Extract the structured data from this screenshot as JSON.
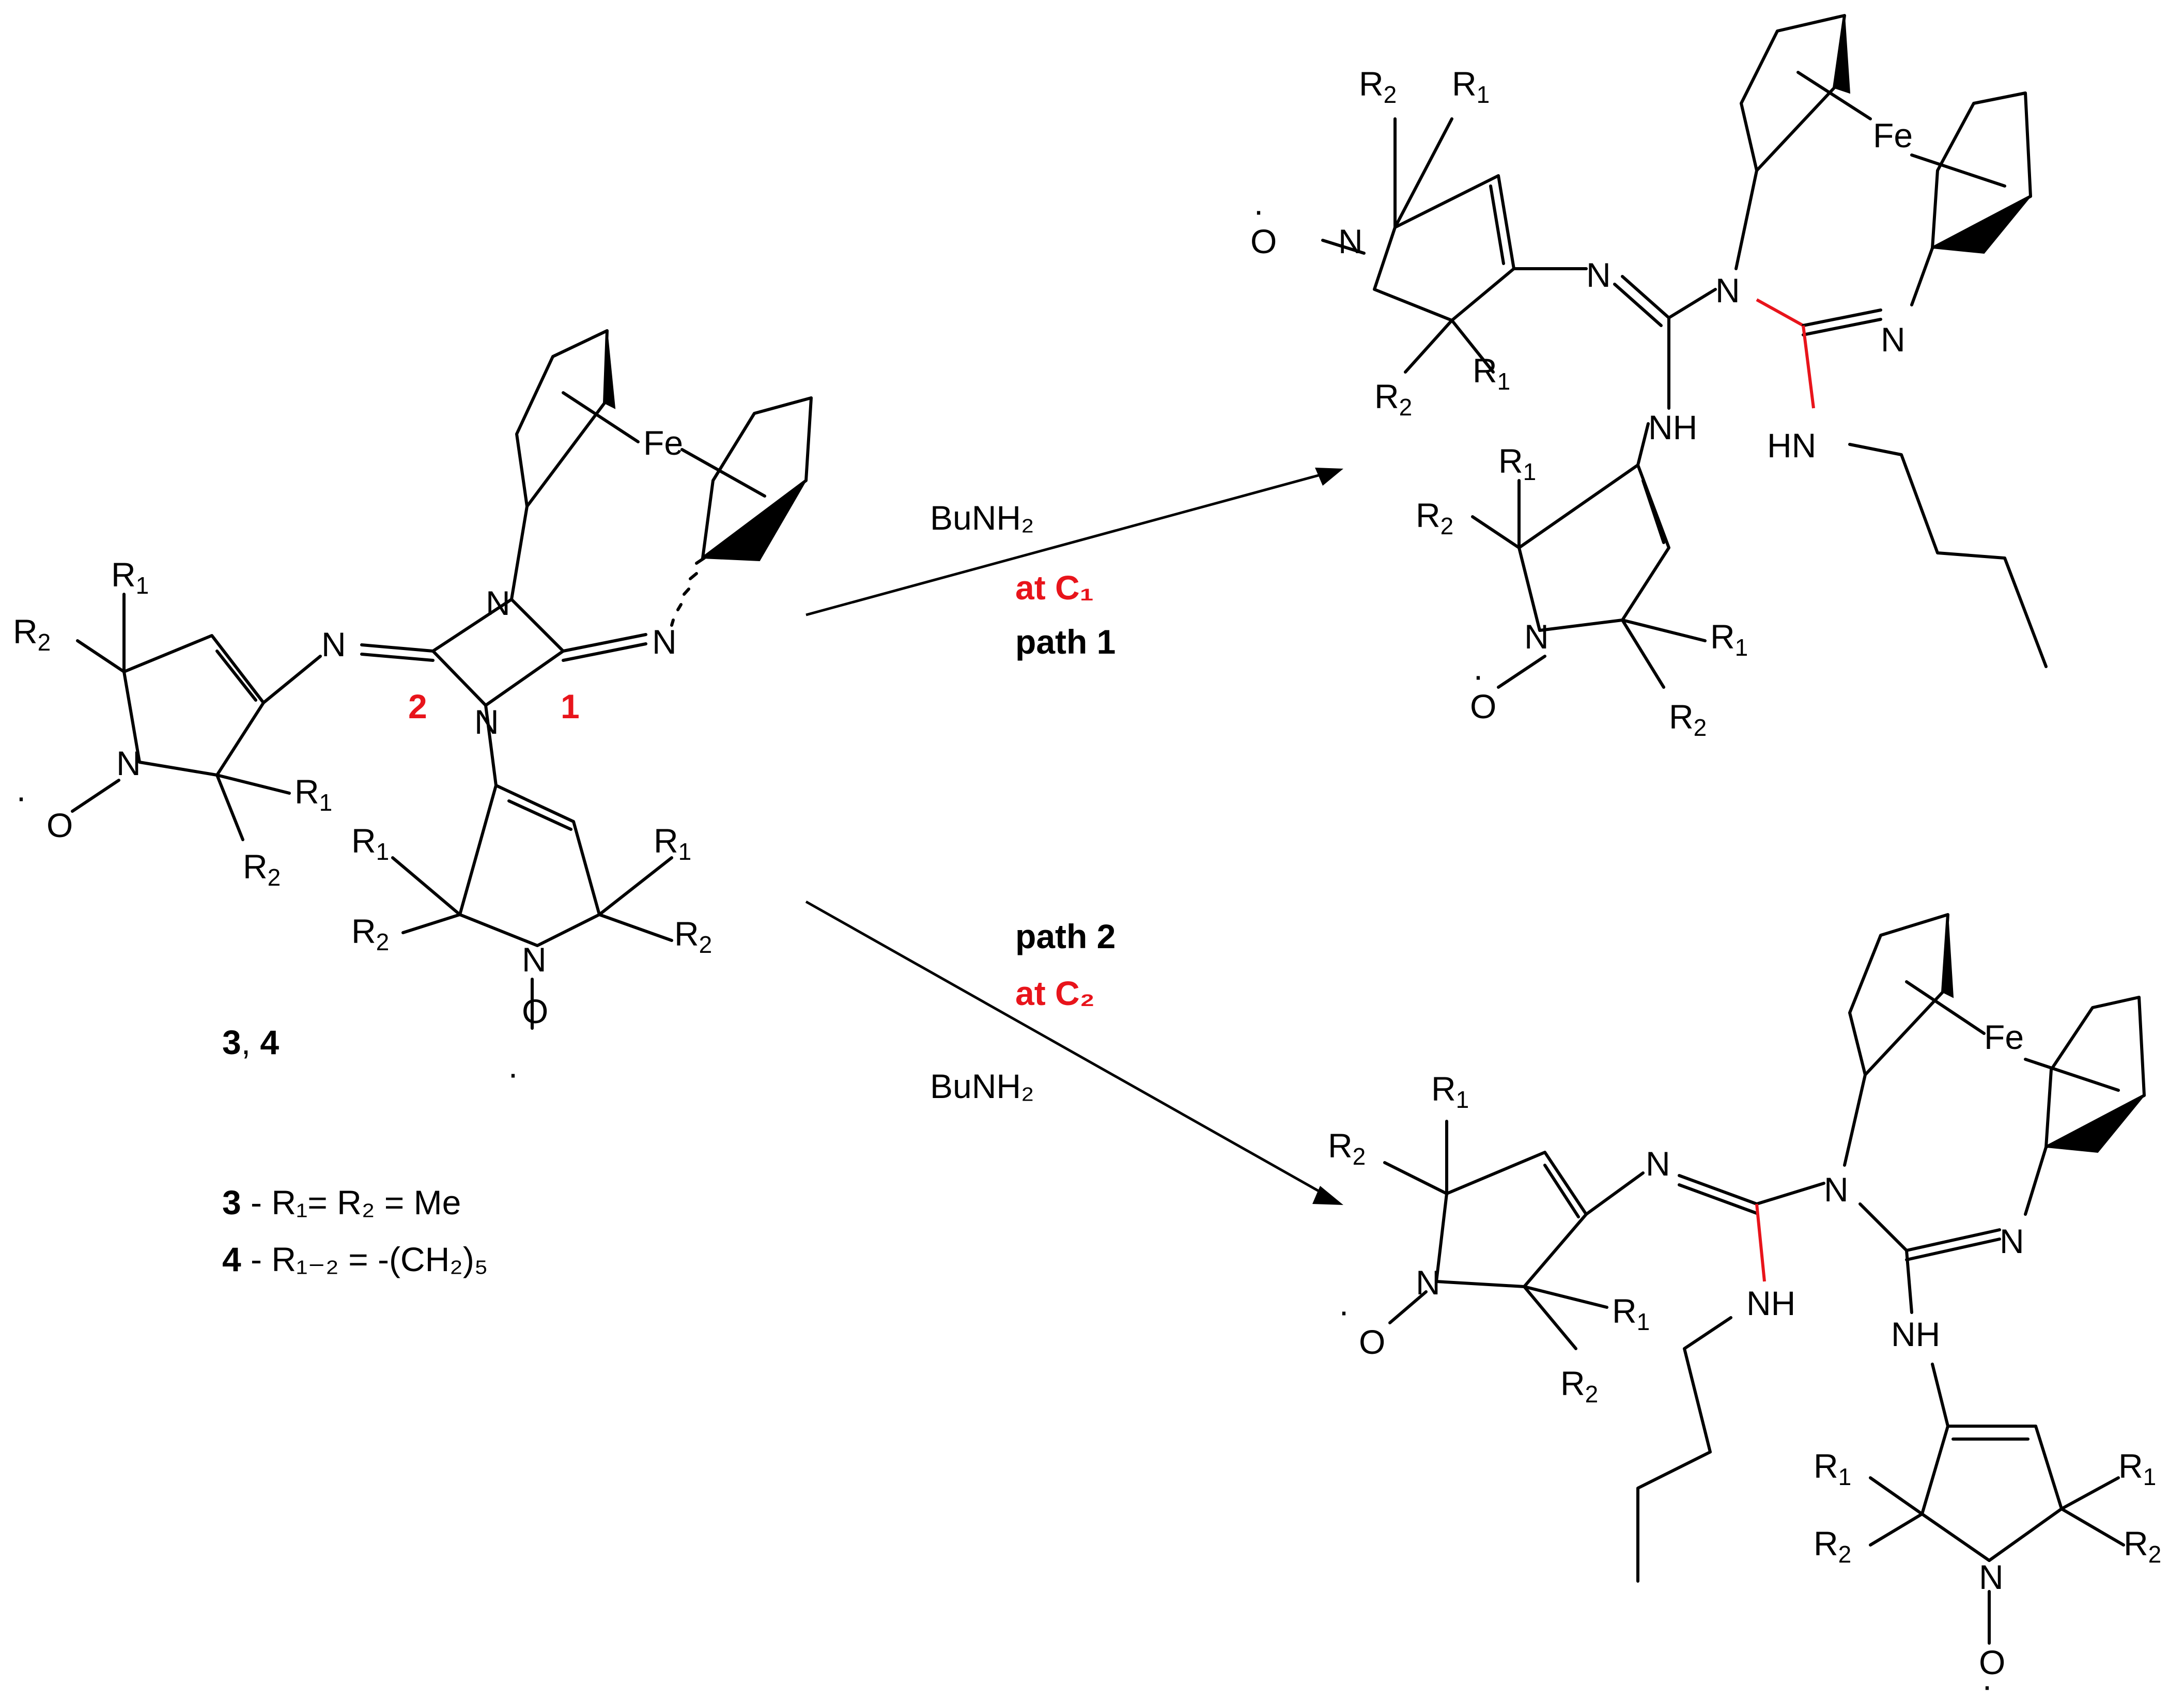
{
  "compound_label": {
    "bold_a": "3",
    "sep": ", ",
    "bold_b": "4"
  },
  "definitions": [
    {
      "number": "3",
      "text": " - R₁= R₂ = Me"
    },
    {
      "number": "4",
      "text": " - R₁₋₂ = -(CH₂)₅"
    }
  ],
  "carbon_labels": {
    "c1": "1",
    "c2": "2"
  },
  "atoms": {
    "fe": "Fe",
    "n": "N",
    "nh": "NH",
    "hn": "HN",
    "o": "O",
    "dot": "·",
    "r1": "R",
    "r1_sub": "1",
    "r2": "R",
    "r2_sub": "2"
  },
  "path1": {
    "reagent": "BuNH₂",
    "site": "at C₁",
    "name": "path 1"
  },
  "path2": {
    "reagent": "BuNH₂",
    "site": "at C₂",
    "name": "path 2"
  },
  "colors": {
    "highlight": "#e8141b",
    "ink": "#000000"
  }
}
